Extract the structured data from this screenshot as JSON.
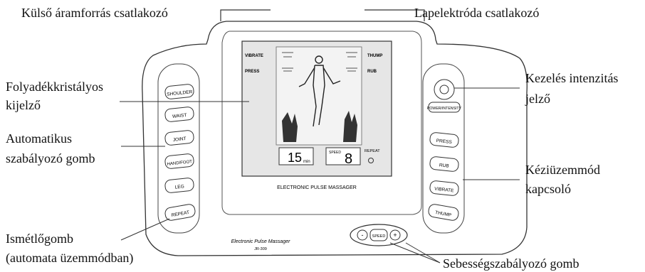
{
  "callouts": {
    "external_power": "Külső áramforrás csatlakozó",
    "pad_connector": "Lapelektróda csatlakozó",
    "lcd_line1": "Folyadékkristályos",
    "lcd_line2": "kijelző",
    "auto_line1": "Automatikus",
    "auto_line2": "szabályozó gomb",
    "repeat_line1": "Ismétlőgomb",
    "repeat_line2": "(automata üzemmódban)",
    "intensity_line1": "Kezelés intenzitás",
    "intensity_line2": "jelző",
    "manual_line1": "Kéziüzemmód",
    "manual_line2": "kapcsoló",
    "speed": "Sebességszabályozó gomb"
  },
  "device": {
    "left_buttons": [
      "SHOULDER",
      "WAIST",
      "JOINT",
      "HAND/FOOT",
      "LEG"
    ],
    "repeat_button": "REPEAT",
    "right_buttons": [
      "PRESS",
      "RUB",
      "VIBRATE",
      "THUMP"
    ],
    "power_intensity": "POWER/INTENSITY",
    "lcd_modes": {
      "vibrate": "VIBRATE",
      "thump": "THUMP",
      "press": "PRESS",
      "rub": "RUB"
    },
    "timer_value": "15",
    "timer_unit": "min",
    "speed_label": "SPEED",
    "speed_value": "8",
    "repeat_indicator": "REPEAT",
    "brand_line": "ELECTRONIC PULSE MASSAGER",
    "device_name": "Electronic Pulse Massager",
    "model": "JR-309",
    "speed_minus": "-",
    "speed_center": "SPEED",
    "speed_plus": "+"
  }
}
